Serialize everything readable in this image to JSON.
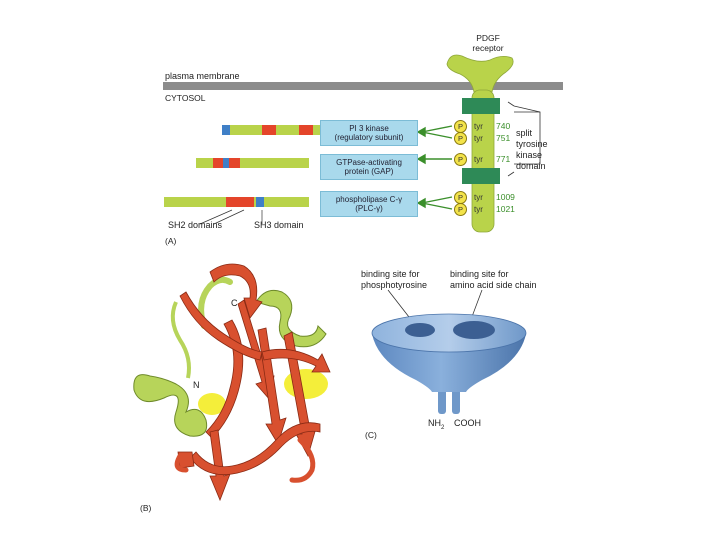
{
  "panel_a": {
    "receptor_label_1": "PDGF",
    "receptor_label_2": "receptor",
    "membrane_label": "plasma membrane",
    "cytosol_label": "CYTOSOL",
    "box_pi3k_1": "PI 3 kinase",
    "box_pi3k_2": "(regulatory subunit)",
    "box_gap_1": "GTPase-activating",
    "box_gap_2": "protein (GAP)",
    "box_plc_1": "phospholipase C-γ",
    "box_plc_2": "(PLC-γ)",
    "p": "P",
    "tyr": "tyr",
    "num_740": "740",
    "num_751": "751",
    "num_771": "771",
    "num_1009": "1009",
    "num_1021": "1021",
    "kinase_label_1": "split",
    "kinase_label_2": "tyrosine",
    "kinase_label_3": "kinase",
    "kinase_label_4": "domain",
    "sh2_label": "SH2 domains",
    "sh3_label": "SH3 domain",
    "panel_letter": "(A)"
  },
  "panel_b": {
    "label_c": "C",
    "label_n": "N",
    "panel_letter": "(B)"
  },
  "panel_c": {
    "site1_1": "binding site for",
    "site1_2": "phosphotyrosine",
    "site2_1": "binding site for",
    "site2_2": "amino acid side chain",
    "nh2": "NH",
    "nh2_sub": "2",
    "cooh": "COOH",
    "panel_letter": "(C)"
  },
  "colors": {
    "receptor_green": "#b9d34a",
    "kinase_dark_green": "#2e8a57",
    "sh2_red": "#e4452a",
    "sh3_blue": "#3f7fc7",
    "box_blue": "#a9d9ec",
    "ribbon_red": "#d8502f",
    "helix_green": "#b7d45a",
    "highlight_yellow": "#f4ee3a",
    "domain_blue": "#6f98c9"
  }
}
